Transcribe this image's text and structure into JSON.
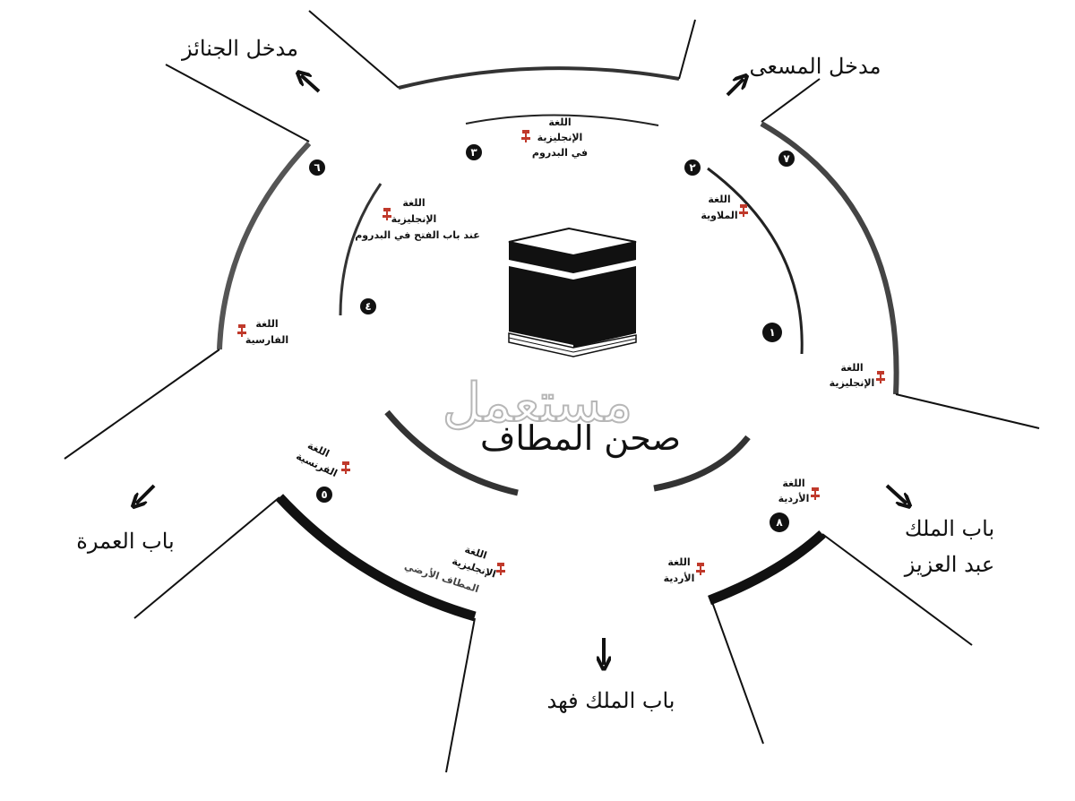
{
  "center": {
    "title": "صحن المطاف",
    "watermark": "مستعمل"
  },
  "gates": {
    "janaiz": "مدخل الجنائز",
    "masaa": "مدخل المسعى",
    "umrah": "باب العمرة",
    "abdulaziz_line1": "باب الملك",
    "abdulaziz_line2": "عبد العزيز",
    "fahd": "باب الملك فهد"
  },
  "stations": [
    {
      "number": "١",
      "lines": []
    },
    {
      "number": "٢",
      "lines": [
        "اللغة",
        "الملاوية"
      ]
    },
    {
      "number": "٣",
      "lines": [
        "اللغة",
        "الإنجليزية",
        "في البدروم"
      ]
    },
    {
      "number": "٤",
      "lines": [
        "اللغة",
        "الإنجليزية",
        "عند باب الفتح في البدروم"
      ]
    },
    {
      "number": "٥",
      "lines": [
        "اللغة",
        "الفرنسية"
      ]
    },
    {
      "number": "٦",
      "lines": []
    },
    {
      "number": "٧",
      "lines": []
    },
    {
      "number": "٨",
      "lines": [
        "اللغة",
        "الأردية"
      ]
    }
  ],
  "labels": {
    "farsi": [
      "اللغة",
      "الفارسية"
    ],
    "english_east": [
      "اللغة",
      "الإنجليزية"
    ],
    "english_ground": [
      "اللغة",
      "الإنجليزية",
      "المطاف الأرضي"
    ],
    "urdu_south": [
      "اللغة",
      "الأردية"
    ]
  },
  "colors": {
    "ink": "#111111",
    "pin": "#c0392b",
    "watermark": "#b7b7b7"
  },
  "icons": {
    "arrow": "arrow-icon",
    "pin": "pushpin-icon",
    "kaaba": "kaaba-icon"
  }
}
